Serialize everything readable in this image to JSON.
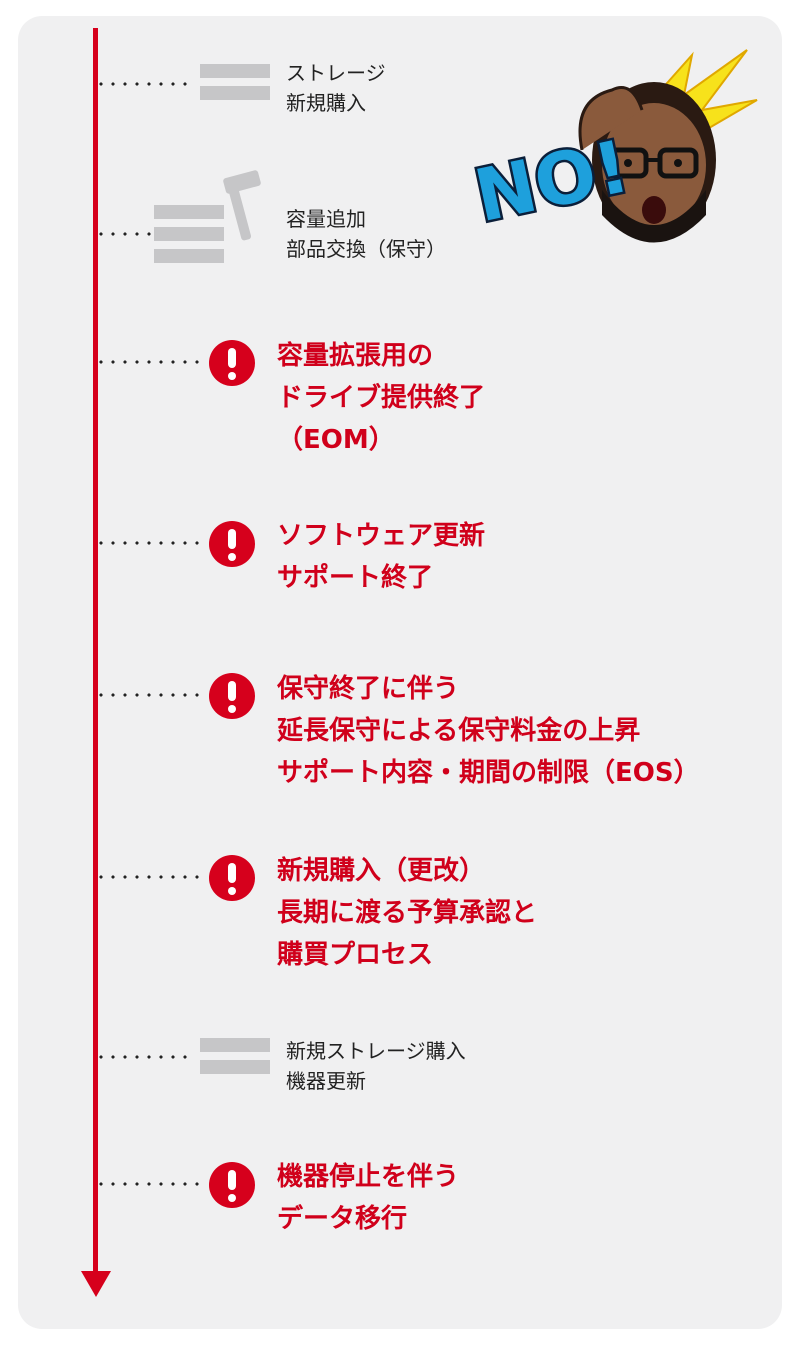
{
  "timeline": {
    "items": [
      {
        "type": "info",
        "lines": [
          "ストレージ",
          "新規購入"
        ]
      },
      {
        "type": "info",
        "lines": [
          "容量追加",
          "部品交換（保守）"
        ]
      },
      {
        "type": "warning",
        "lines": [
          "容量拡張用の",
          "ドライブ提供終了",
          "（EOM）"
        ]
      },
      {
        "type": "warning",
        "lines": [
          "ソフトウェア更新",
          "サポート終了"
        ]
      },
      {
        "type": "warning",
        "lines": [
          "保守終了に伴う",
          "延長保守による保守料金の上昇",
          "サポート内容・期間の制限（EOS）"
        ]
      },
      {
        "type": "warning",
        "lines": [
          "新規購入（更改）",
          "長期に渡る予算承認と",
          "購買プロセス"
        ]
      },
      {
        "type": "info",
        "lines": [
          "新規ストレージ購入",
          "機器更新"
        ]
      },
      {
        "type": "warning",
        "lines": [
          "機器停止を伴う",
          "データ移行"
        ]
      }
    ]
  },
  "sticker": {
    "text": "NO!"
  },
  "colors": {
    "accent": "#d6001c",
    "panel": "#f0f0f1",
    "storage": "#c6c6c8"
  },
  "icons": {
    "warning": "exclamation-icon",
    "storage": "storage-icon",
    "maintenance": "hammer-icon",
    "reaction": "shocked-face-icon"
  }
}
